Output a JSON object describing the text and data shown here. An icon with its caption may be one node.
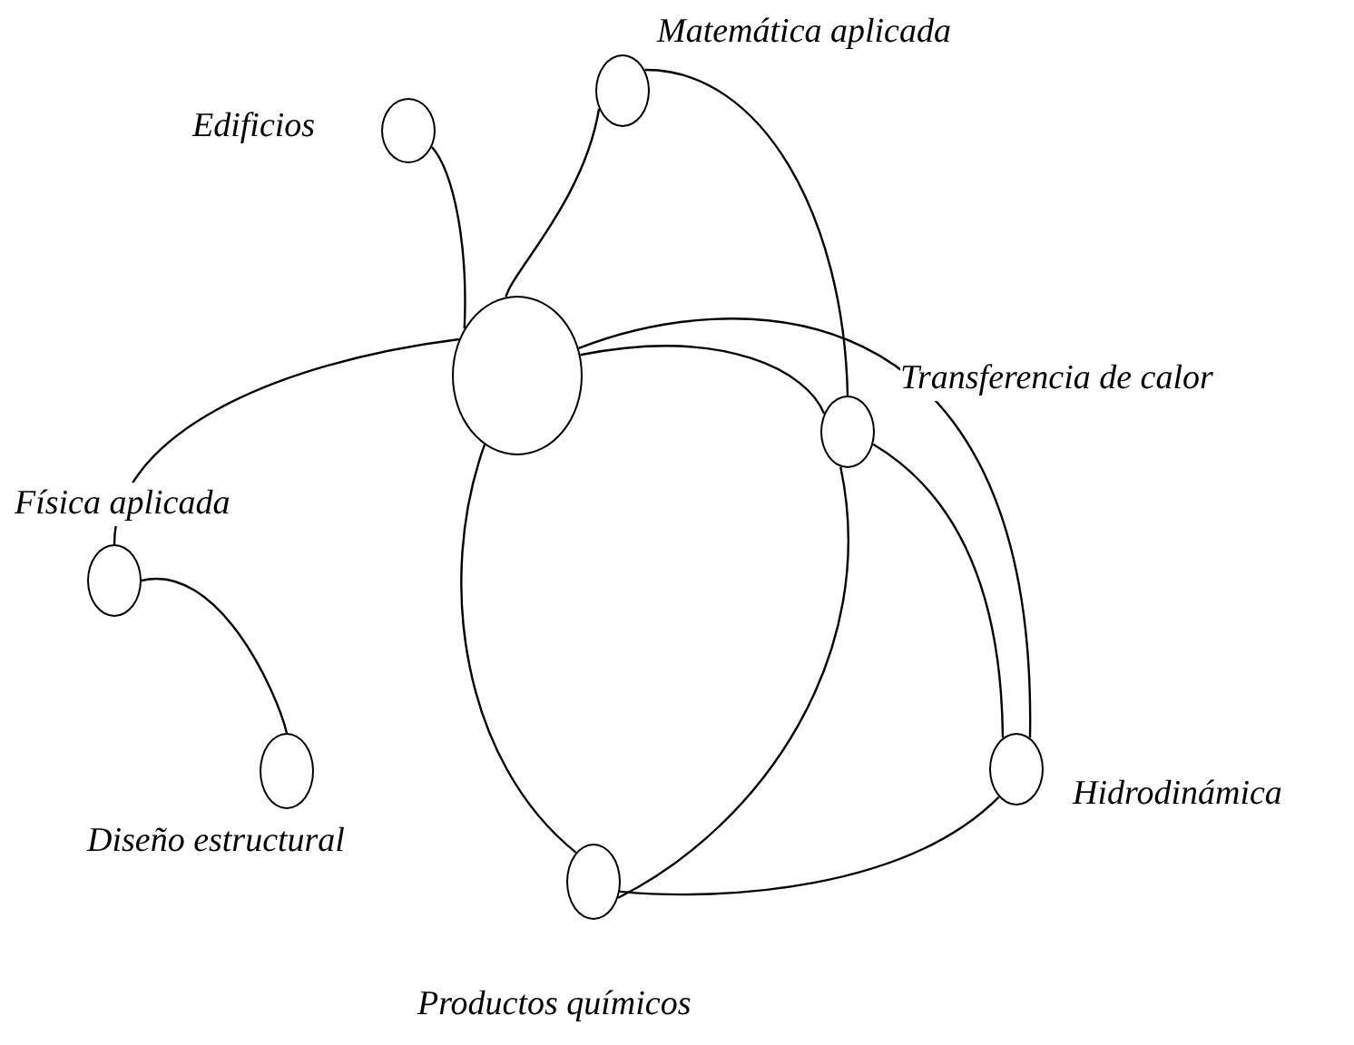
{
  "diagram": {
    "nodes": [
      {
        "text": [],
        "shape": "circle"
      },
      {
        "text": [],
        "shape": "circle",
        "beside": [
          "Edificios"
        ]
      },
      {
        "text": [],
        "shape": "circle",
        "beside": [
          "Matemática aplicada"
        ]
      },
      {
        "text": [],
        "shape": "circle",
        "beside": [
          "Transferencia de calor"
        ]
      },
      {
        "text": [],
        "shape": "circle",
        "beside": [
          "Física aplicada"
        ]
      },
      {
        "text": [],
        "shape": "circle",
        "beside": [
          "Diseño estructural"
        ]
      },
      {
        "text": [],
        "shape": "circle",
        "beside": [
          "Hidrodinámica"
        ]
      },
      {
        "text": [],
        "shape": "circle",
        "beside": [
          "Productos químicos"
        ]
      }
    ],
    "edges": [
      {
        "from": 1,
        "to": 0,
        "arrow": "none"
      },
      {
        "from": 2,
        "to": 0,
        "arrow": "none"
      },
      {
        "from": 2,
        "to": 3,
        "arrow": "none"
      },
      {
        "from": 0,
        "to": 4,
        "arrow": "none"
      },
      {
        "from": 0,
        "to": 3,
        "arrow": "none"
      },
      {
        "from": 0,
        "to": 6,
        "arrow": "none"
      },
      {
        "from": 3,
        "to": 7,
        "arrow": "none"
      },
      {
        "from": 3,
        "to": 6,
        "arrow": "none"
      },
      {
        "from": 0,
        "to": 7,
        "arrow": "none"
      },
      {
        "from": 6,
        "to": 7,
        "arrow": "none"
      },
      {
        "from": 4,
        "to": 5,
        "arrow": "none"
      }
    ]
  }
}
